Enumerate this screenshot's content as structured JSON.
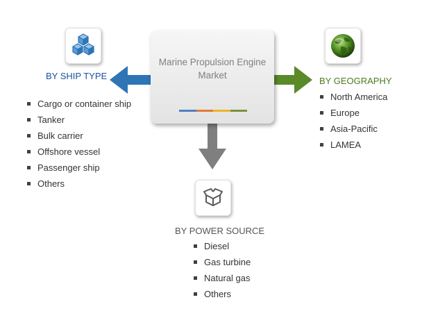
{
  "center": {
    "title": "Marine Propulsion Engine Market",
    "bar_colors": [
      "#4f81bd",
      "#e07b39",
      "#f0b429",
      "#77933c"
    ]
  },
  "ship_type": {
    "icon": "cubes-icon",
    "heading": "BY SHIP TYPE",
    "heading_color": "#1f4e9e",
    "arrow_color": "#2e75b6",
    "items": [
      "Cargo or container ship",
      "Tanker",
      "Bulk carrier",
      "Offshore vessel",
      "Passenger ship",
      "Others"
    ]
  },
  "geography": {
    "icon": "globe-icon",
    "heading": "BY GEOGRAPHY",
    "heading_color": "#4e7a1f",
    "arrow_color": "#5b8a2a",
    "items": [
      "North America",
      "Europe",
      "Asia-Pacific",
      "LAMEA"
    ]
  },
  "power_source": {
    "icon": "open-box-icon",
    "heading": "BY POWER SOURCE",
    "heading_color": "#555555",
    "arrow_color": "#7f7f7f",
    "items": [
      "Diesel",
      "Gas turbine",
      "Natural gas",
      "Others"
    ]
  }
}
